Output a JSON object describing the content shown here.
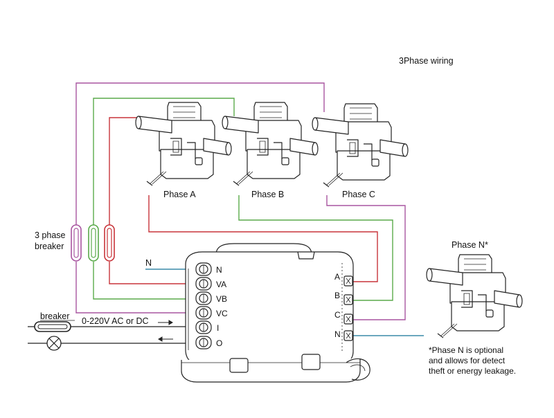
{
  "title": "3Phase wiring",
  "clamps": [
    {
      "label": "Phase A"
    },
    {
      "label": "Phase B"
    },
    {
      "label": "Phase C"
    },
    {
      "label": "Phase N*"
    }
  ],
  "breaker3": {
    "line1": "3 phase",
    "line2": "breaker"
  },
  "n_wire_label": "N",
  "left_terminals": [
    "N",
    "VA",
    "VB",
    "VC",
    "I",
    "O"
  ],
  "right_terminals": [
    "A",
    "B",
    "C",
    "N"
  ],
  "breaker_label": "breaker",
  "supply_label": "0-220V AC or DC",
  "note": [
    "*Phase N is optional",
    "and allows for detect",
    "theft or energy leakage."
  ],
  "colors": {
    "purple": "#a855a0",
    "green": "#5aaa4a",
    "red": "#c8343a",
    "blue": "#3a8aa8",
    "black": "#222222"
  }
}
